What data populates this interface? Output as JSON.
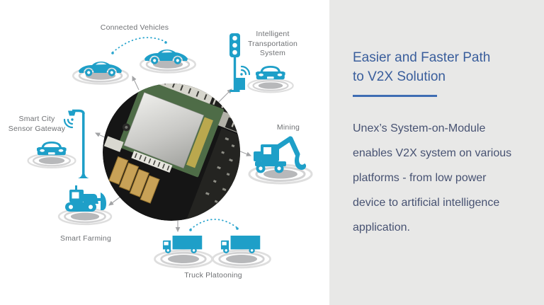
{
  "diagram": {
    "accent_color": "#1e9fc8",
    "label_color": "#6f7174",
    "center_image_name": "v2x-system-on-module-board-photo",
    "nodes": {
      "connected_vehicles": {
        "label": "Connected Vehicles"
      },
      "intelligent_transportation_system": {
        "label_lines": [
          "Intelligent",
          "Transportation",
          "System"
        ]
      },
      "mining": {
        "label": "Mining"
      },
      "truck_platooning": {
        "label": "Truck Platooning"
      },
      "smart_farming": {
        "label": "Smart Farming"
      },
      "smart_city_sensor_gateway": {
        "label_lines": [
          "Smart City",
          "Sensor Gateway"
        ]
      }
    }
  },
  "panel": {
    "background": "#e8e8e7",
    "heading_color": "#3a5e9c",
    "divider_color": "#3f6db3",
    "body_color": "#475272",
    "heading_lines": [
      "Easier and Faster Path",
      "to V2X Solution"
    ],
    "body_lines": [
      "Unex’s System-on-Module",
      "enables V2X system on various",
      "platforms - from low power",
      "device to artificial intelligence",
      "application."
    ]
  }
}
